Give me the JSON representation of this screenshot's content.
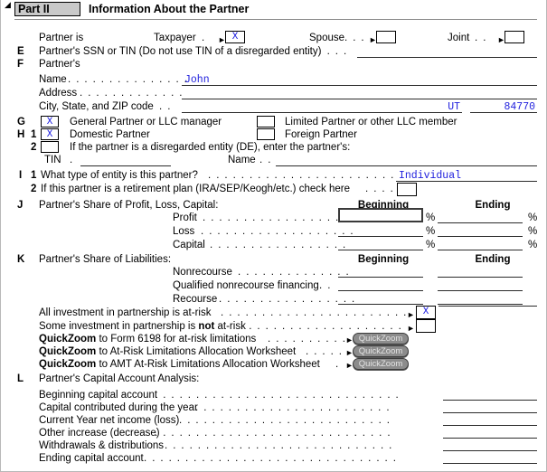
{
  "header": {
    "part_label": "Part II",
    "title": "Information About the Partner"
  },
  "partner_is": {
    "label": "Partner is",
    "options": [
      {
        "label": "Taxpayer",
        "leader": ".",
        "checked_mark": "X"
      },
      {
        "label": "Spouse",
        "leader": ". . .",
        "checked_mark": ""
      },
      {
        "label": "Joint",
        "leader": ". .",
        "checked_mark": ""
      }
    ]
  },
  "line_e": {
    "letter": "E",
    "text": "Partner's SSN or TIN (Do not use TIN of a disregarded entity)",
    "leader": ". . . . . .",
    "value": ""
  },
  "line_f": {
    "letter": "F",
    "text": "Partner's",
    "fields": [
      {
        "label": "Name",
        "leader": ". . . . . . . . . . . . . . .",
        "value": "John"
      },
      {
        "label": "Address",
        "leader": ". . . . . . . . . . . . .",
        "value": ""
      },
      {
        "label": "City, State, and ZIP code",
        "leader": ". .",
        "value": "",
        "state": "UT",
        "zip": "84770"
      }
    ]
  },
  "line_g": {
    "letter": "G",
    "left_mark": "X",
    "left_label": "General Partner or LLC manager",
    "right_mark": "",
    "right_label": "Limited Partner or other LLC member"
  },
  "line_h": {
    "letter": "H",
    "num1": "1",
    "left_mark": "X",
    "left_label": "Domestic Partner",
    "right_mark": "",
    "right_label": "Foreign Partner",
    "num2": "2",
    "mark2": "",
    "text2": "If the partner is a disregarded entity (DE), enter the partner's:",
    "tin_label": "TIN",
    "tin_leader": ".",
    "tin_value": "",
    "name_label": "Name",
    "name_leader": ". .",
    "name_value": ""
  },
  "line_i": {
    "letter": "I",
    "num1": "1",
    "text1": "What type of entity is this partner?",
    "leader1": ". . . . . . . . . . . . . . . . . . . . . . .",
    "value1": "Individual",
    "num2": "2",
    "text2": "If this partner is a retirement plan (IRA/SEP/Keogh/etc.) check here",
    "leader2": ". . . .",
    "mark2": ""
  },
  "line_j": {
    "letter": "J",
    "title": "Partner's Share of Profit, Loss, Capital:",
    "col_beginning": "Beginning",
    "col_ending": "Ending",
    "percent_symbol": "%",
    "rows": [
      {
        "label": "Profit",
        "leader": ". . . . . . . . . . . . . . . . . .",
        "beginning": "",
        "ending": "",
        "beginning_focused": true
      },
      {
        "label": "Loss",
        "leader": ". . . . . . . . . . . . . . . . . . .",
        "beginning": "",
        "ending": "",
        "beginning_focused": false
      },
      {
        "label": "Capital",
        "leader": ". . . . . . . . . . . . . . . . .",
        "beginning": "",
        "ending": "",
        "beginning_focused": false
      }
    ]
  },
  "line_k": {
    "letter": "K",
    "title": "Partner's Share of Liabilities:",
    "col_beginning": "Beginning",
    "col_ending": "Ending",
    "rows": [
      {
        "label": "Nonrecourse",
        "leader": ". . . . . . . . . . . . . .",
        "beginning": "",
        "ending": ""
      },
      {
        "label": "Qualified nonrecourse financing",
        "leader": ". .",
        "beginning": "",
        "ending": ""
      },
      {
        "label": "Recourse",
        "leader": ". . . . . . . . . . . . . . . . .",
        "beginning": "",
        "ending": ""
      }
    ],
    "at_risk_all": {
      "text": "All investment in partnership is at-risk",
      "leader": ". . . . . . . . . . . . . . . . . . . . . . .",
      "mark": "X"
    },
    "at_risk_some": {
      "text_pre": "Some investment in partnership is ",
      "text_bold": "not",
      "text_post": " at-risk",
      "leader": ". . . . . . . . . . . . . . . . . . . .",
      "mark": ""
    },
    "quickzooms": [
      {
        "bold": "QuickZoom",
        "text": " to Form 6198 for at-risk limitations",
        "leader": ". . . . . . . . . .",
        "button": "QuickZoom"
      },
      {
        "bold": "QuickZoom",
        "text": " to At-Risk Limitations Allocation Worksheet",
        "leader": ". . . . .",
        "button": "QuickZoom"
      },
      {
        "bold": "QuickZoom",
        "text": " to AMT At-Risk Limitations Allocation Worksheet",
        "leader": ".",
        "button": "QuickZoom"
      }
    ]
  },
  "line_l": {
    "letter": "L",
    "title": "Partner's Capital Account Analysis:",
    "rows": [
      {
        "label": "Beginning capital account",
        "leader": ". . . . . . . . . . . . . . . . . . . . . . . . . . . . . .",
        "value": ""
      },
      {
        "label": "Capital contributed during the year",
        "leader": ". . . . . . . . . . . . . . . . . . . . . . . .",
        "value": ""
      },
      {
        "label": "Current Year net income (loss)",
        "leader": ". . . . . . . . . . . . . . . . . . . . . . . . . .",
        "value": ""
      },
      {
        "label": "Other increase (decrease)",
        "leader": ". . . . . . . . . . . . . . . . . . . . . . . . . . . . .",
        "value": ""
      },
      {
        "label": "Withdrawals & distributions",
        "leader": ". . . . . . . . . . . . . . . . . . . . . . . . . . . .",
        "value": ""
      },
      {
        "label": "Ending capital account",
        "leader": ". . . . . . . . . . . . . . . . . . . . . . . . . . . . . . .",
        "value": ""
      }
    ]
  },
  "colors": {
    "value_blue": "#2020dd",
    "part_gray": "#c9c9c9",
    "quickzoom_gray": "#8c8c8c"
  }
}
